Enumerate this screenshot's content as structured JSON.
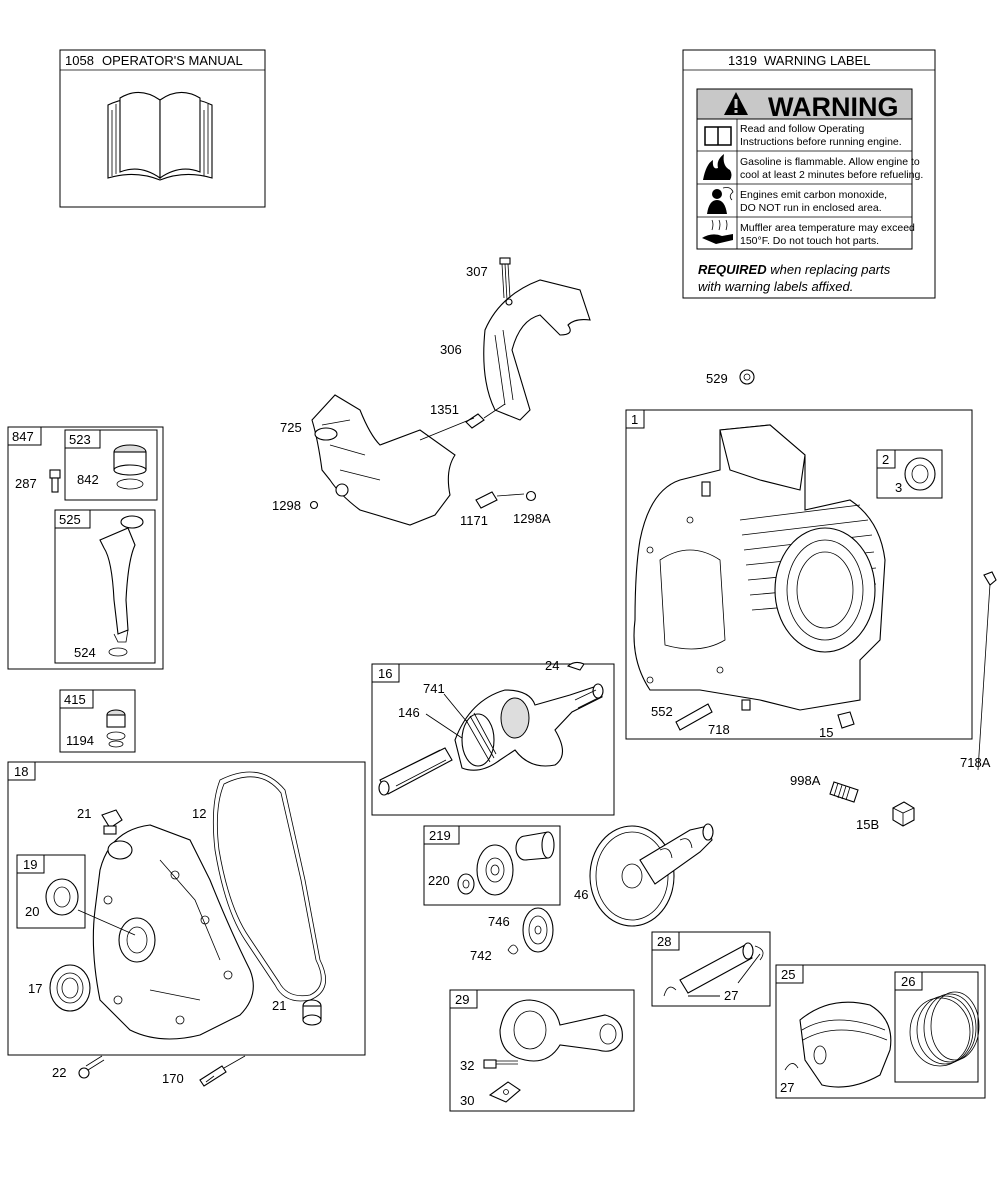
{
  "operator_manual": {
    "number": "1058",
    "title": "OPERATOR'S MANUAL"
  },
  "warning_label": {
    "number": "1319",
    "title": "WARNING LABEL",
    "heading": "WARNING",
    "lines": [
      [
        "Read and follow Operating",
        "Instructions before running engine."
      ],
      [
        "Gasoline is flammable. Allow engine to",
        "cool at least 2 minutes before refueling."
      ],
      [
        "Engines emit carbon monoxide,",
        "DO NOT run in enclosed area."
      ],
      [
        "Muffler area temperature may exceed",
        "150°F.  Do not touch hot parts."
      ]
    ],
    "required_bold": "REQUIRED",
    "required_rest": " when replacing parts",
    "required_line2": "with warning labels affixed."
  },
  "groups": {
    "g847": "847",
    "g523": "523",
    "g525": "525",
    "g415": "415",
    "g18": "18",
    "g19": "19",
    "g16": "16",
    "g219": "219",
    "g28": "28",
    "g29": "29",
    "g25": "25",
    "g26": "26",
    "g1": "1",
    "g2": "2"
  },
  "parts": {
    "p307": "307",
    "p306": "306",
    "p1351": "1351",
    "p725": "725",
    "p1298": "1298",
    "p1171": "1171",
    "p1298A": "1298A",
    "p529": "529",
    "p3": "3",
    "p287": "287",
    "p842": "842",
    "p524": "524",
    "p1194": "1194",
    "p24": "24",
    "p741": "741",
    "p146": "146",
    "p552": "552",
    "p718": "718",
    "p15": "15",
    "p718A": "718A",
    "p998A": "998A",
    "p15B": "15B",
    "p21a": "21",
    "p12": "12",
    "p20": "20",
    "p17": "17",
    "p21b": "21",
    "p22": "22",
    "p170": "170",
    "p220": "220",
    "p46": "46",
    "p746": "746",
    "p742": "742",
    "p27a": "27",
    "p32": "32",
    "p30": "30",
    "p27b": "27"
  }
}
